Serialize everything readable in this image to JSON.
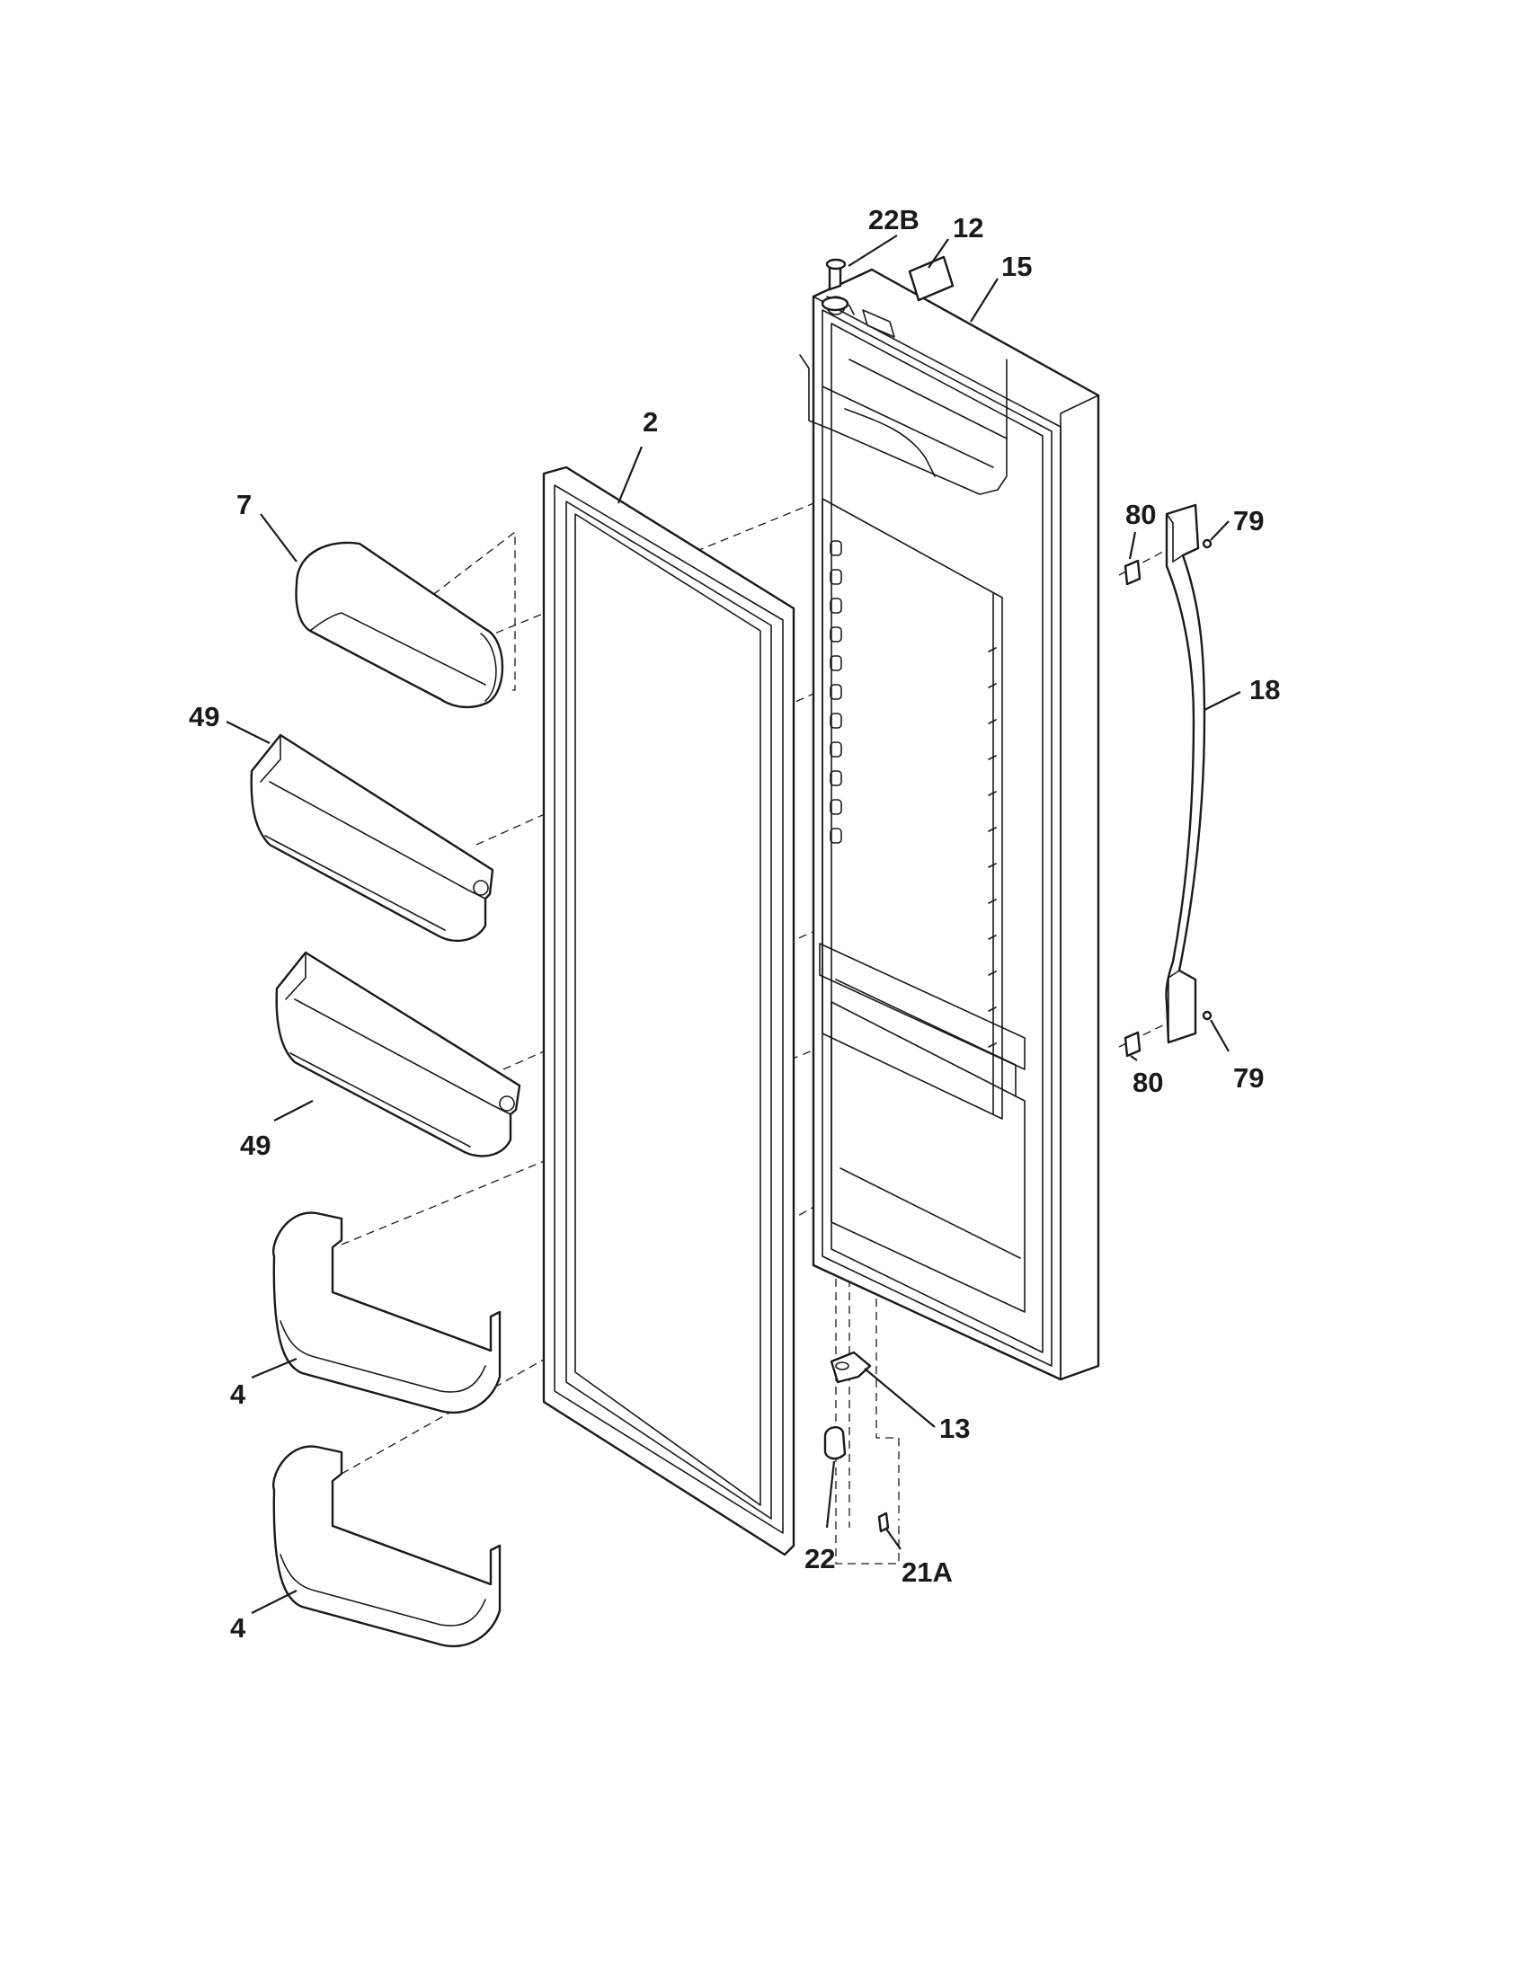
{
  "callouts": [
    {
      "id": "c-22b",
      "text": "22B"
    },
    {
      "id": "c-12",
      "text": "12"
    },
    {
      "id": "c-15",
      "text": "15"
    },
    {
      "id": "c-2",
      "text": "2"
    },
    {
      "id": "c-7",
      "text": "7"
    },
    {
      "id": "c-49a",
      "text": "49"
    },
    {
      "id": "c-49b",
      "text": "49"
    },
    {
      "id": "c-4a",
      "text": "4"
    },
    {
      "id": "c-4b",
      "text": "4"
    },
    {
      "id": "c-80a",
      "text": "80"
    },
    {
      "id": "c-79a",
      "text": "79"
    },
    {
      "id": "c-18",
      "text": "18"
    },
    {
      "id": "c-80b",
      "text": "80"
    },
    {
      "id": "c-79b",
      "text": "79"
    },
    {
      "id": "c-13",
      "text": "13"
    },
    {
      "id": "c-22",
      "text": "22"
    },
    {
      "id": "c-21a",
      "text": "21A"
    }
  ]
}
